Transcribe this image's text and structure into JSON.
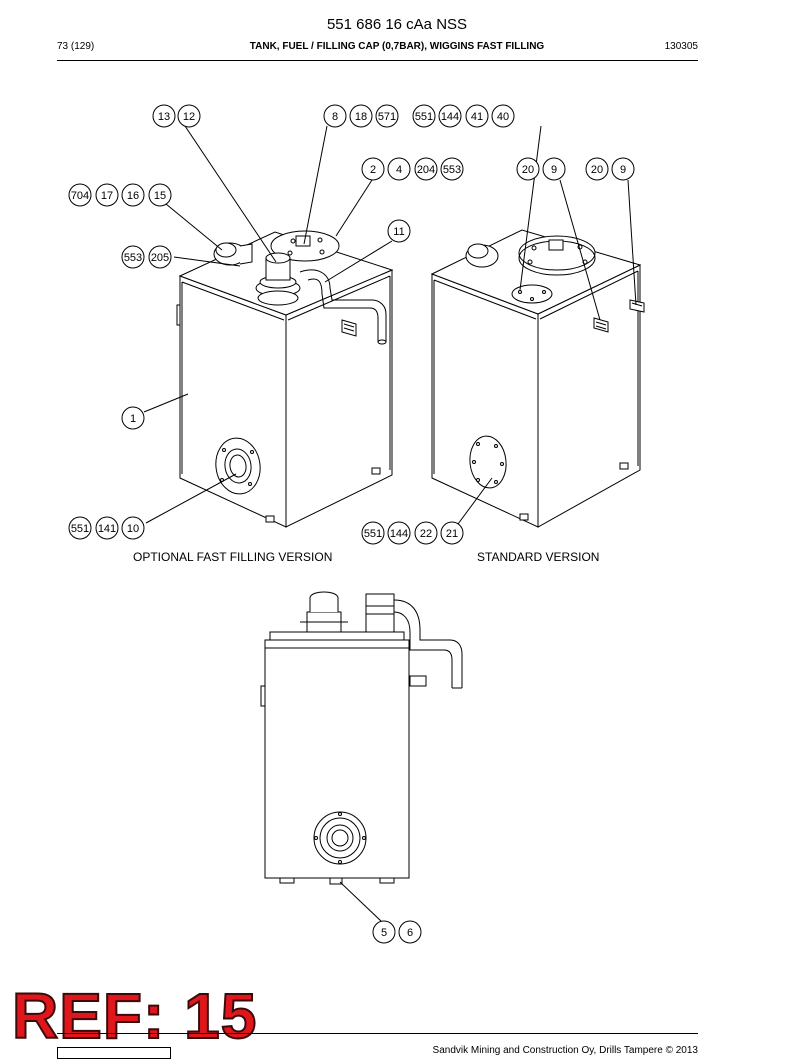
{
  "header": {
    "title": "551 686 16 cAa NSS",
    "page": "73 (129)",
    "subtitle": "TANK, FUEL / FILLING CAP (0,7BAR), WIGGINS FAST FILLING",
    "code": "130305"
  },
  "captions": {
    "optional": "OPTIONAL FAST FILLING VERSION",
    "standard": "STANDARD VERSION"
  },
  "callouts": {
    "c13": "13",
    "c12": "12",
    "c8": "8",
    "c18": "18",
    "c571": "571",
    "c551a": "551",
    "c144a": "144",
    "c41": "41",
    "c40": "40",
    "c2": "2",
    "c4": "4",
    "c204": "204",
    "c553a": "553",
    "c20a": "20",
    "c9a": "9",
    "c20b": "20",
    "c9b": "9",
    "c704": "704",
    "c17": "17",
    "c16": "16",
    "c15": "15",
    "c11": "11",
    "c553b": "553",
    "c205": "205",
    "c1": "1",
    "c551b": "551",
    "c141": "141",
    "c10": "10",
    "c551c": "551",
    "c144b": "144",
    "c22": "22",
    "c21": "21",
    "c5": "5",
    "c6": "6"
  },
  "watermark": "REF: 15",
  "footer": {
    "copyright": "Sandvik Mining and Construction Oy, Drills Tampere © 2013"
  }
}
